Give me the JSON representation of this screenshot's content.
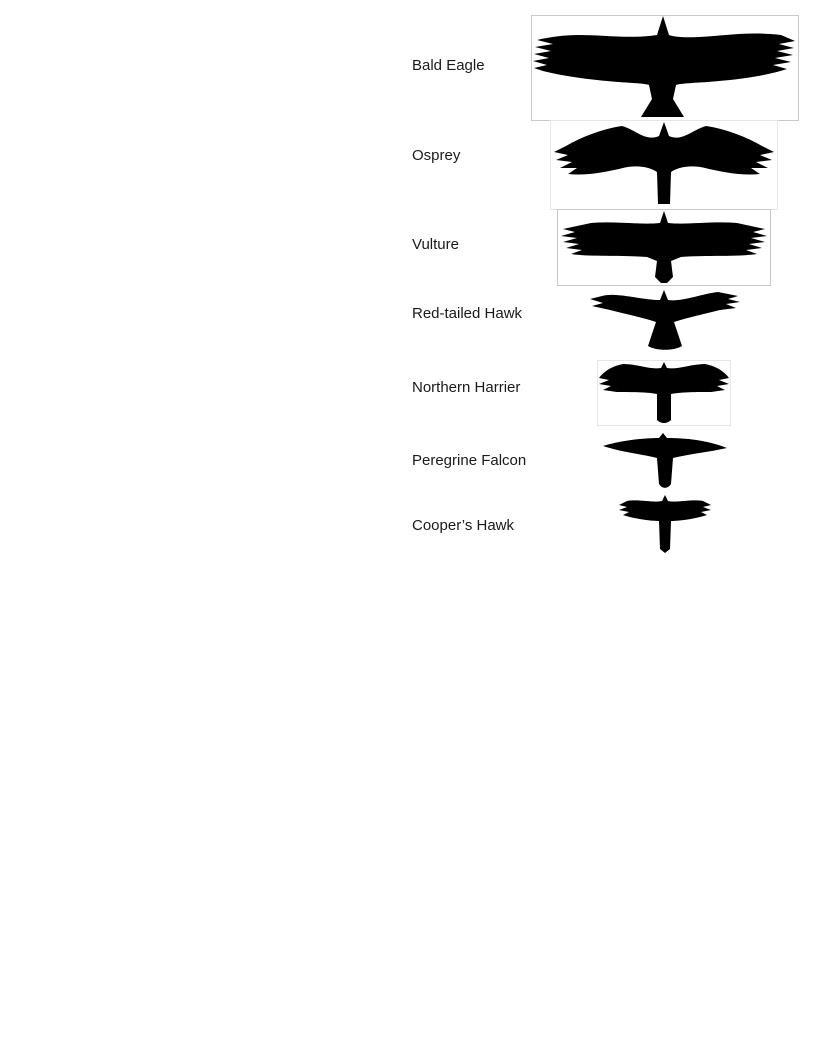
{
  "birds": [
    {
      "name": "Bald Eagle",
      "icon": "bald-eagle-silhouette-icon"
    },
    {
      "name": "Osprey",
      "icon": "osprey-silhouette-icon"
    },
    {
      "name": "Vulture",
      "icon": "vulture-silhouette-icon"
    },
    {
      "name": "Red-tailed Hawk",
      "icon": "red-tailed-hawk-silhouette-icon"
    },
    {
      "name": "Northern Harrier",
      "icon": "northern-harrier-silhouette-icon"
    },
    {
      "name": "Peregrine Falcon",
      "icon": "peregrine-falcon-silhouette-icon"
    },
    {
      "name": "Cooper’s Hawk",
      "icon": "coopers-hawk-silhouette-icon"
    }
  ],
  "colors": {
    "silhouette": "#000000",
    "label": "#1a1a1a",
    "background": "#ffffff"
  }
}
